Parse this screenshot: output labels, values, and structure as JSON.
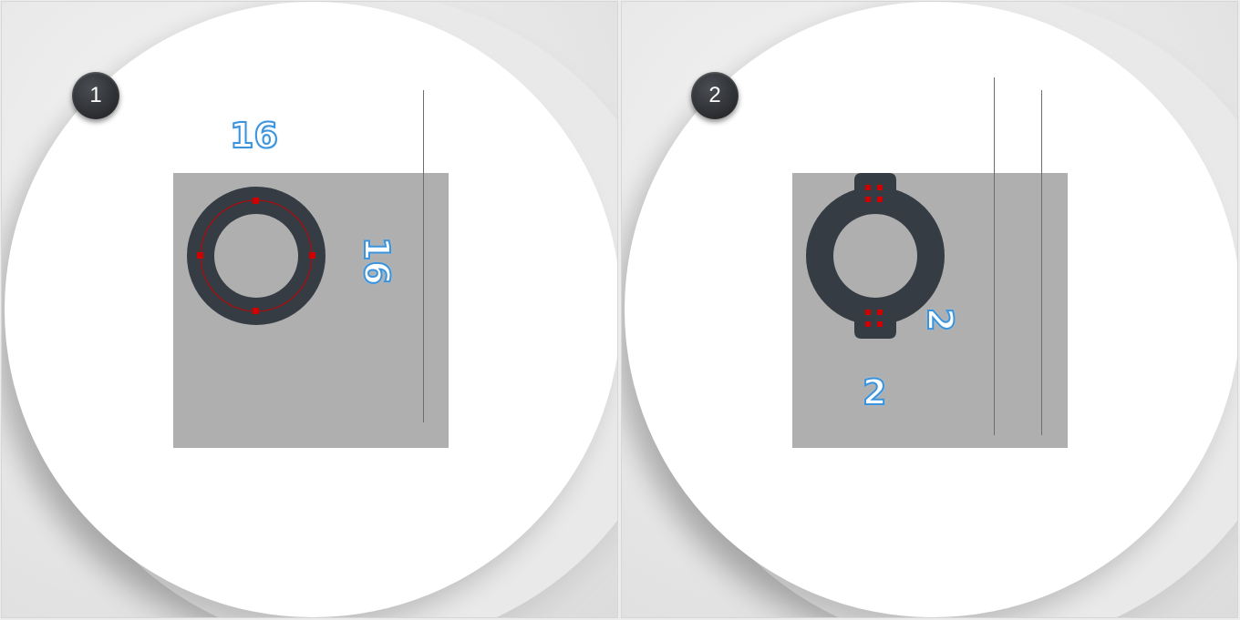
{
  "panels": [
    {
      "step": "1",
      "dimensions": {
        "top": "16",
        "side": "16"
      }
    },
    {
      "step": "2",
      "dimensions": {
        "side": "2",
        "bottom": "2"
      }
    }
  ],
  "colors": {
    "shape": "#363c43",
    "square": "#afafaf",
    "anchor": "#d00000",
    "dimension_text": "#3b93dc"
  }
}
